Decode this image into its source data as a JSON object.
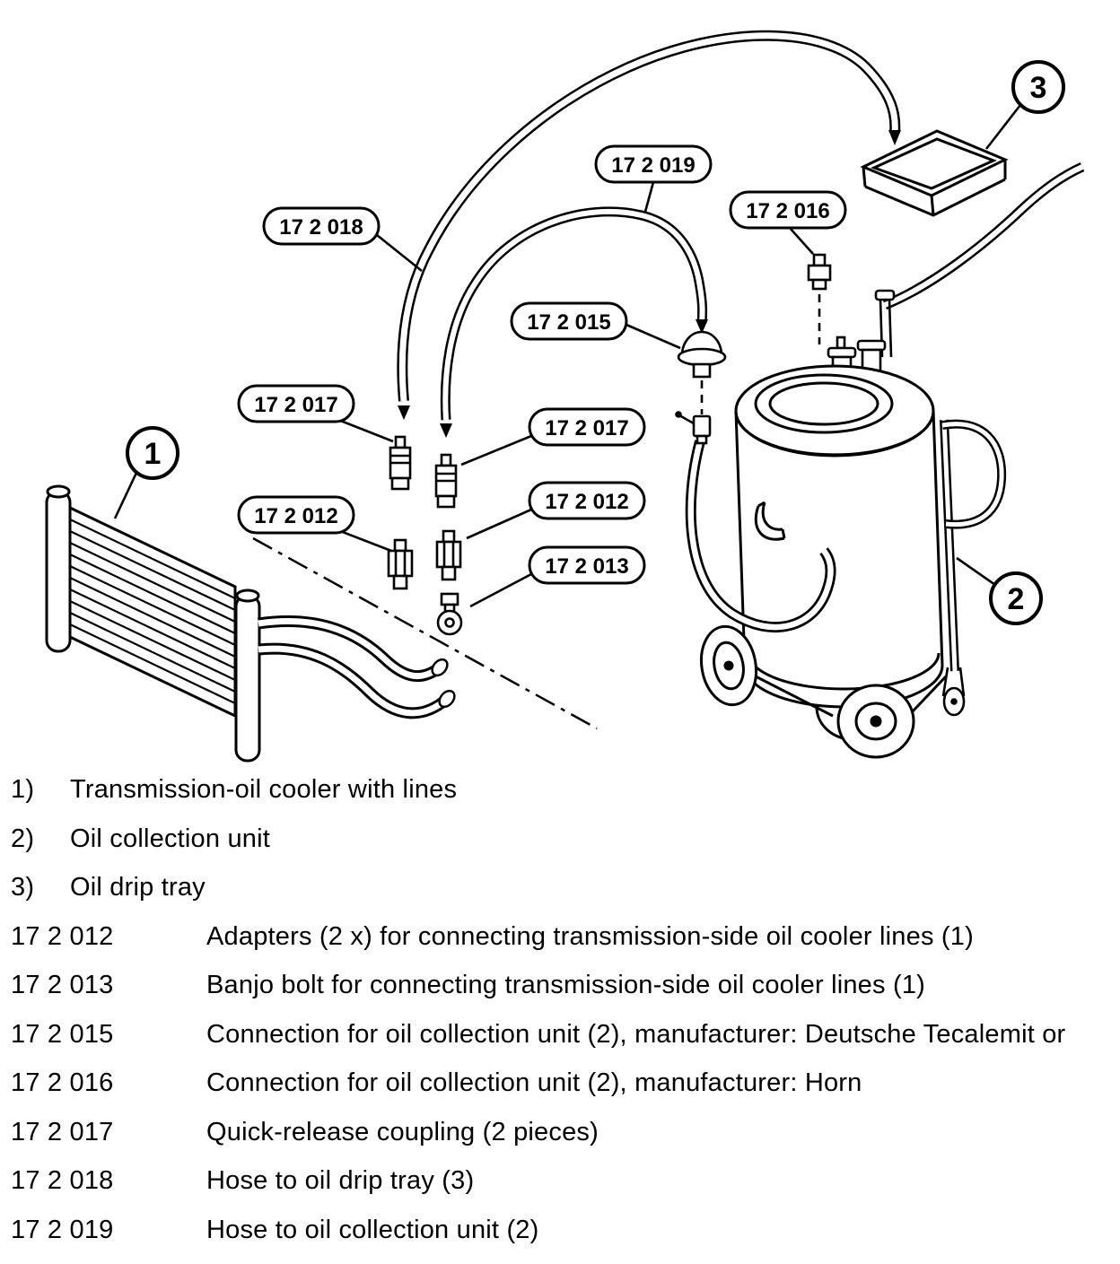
{
  "theme": {
    "ink": "#000000",
    "paper": "#ffffff"
  },
  "diagram": {
    "callouts": [
      {
        "label": "17 2 018"
      },
      {
        "label": "17 2 019"
      },
      {
        "label": "17 2 016"
      },
      {
        "label": "17 2 015"
      },
      {
        "label": "17 2 017"
      },
      {
        "label": "17 2 017"
      },
      {
        "label": "17 2 012"
      },
      {
        "label": "17 2 012"
      },
      {
        "label": "17 2 013"
      }
    ],
    "markers": [
      {
        "label": "1"
      },
      {
        "label": "2"
      },
      {
        "label": "3"
      }
    ]
  },
  "legend": {
    "numbered": [
      {
        "num": "1)",
        "text": "Transmission-oil cooler with lines"
      },
      {
        "num": "2)",
        "text": "Oil collection unit"
      },
      {
        "num": "3)",
        "text": "Oil drip tray"
      }
    ],
    "parts": [
      {
        "num": "17 2 012",
        "text": "Adapters (2 x) for connecting transmission-side oil cooler lines (1)"
      },
      {
        "num": "17 2 013",
        "text": "Banjo bolt for connecting transmission-side oil cooler lines (1)"
      },
      {
        "num": "17 2 015",
        "text": "Connection for oil collection unit (2), manufacturer: Deutsche Tecalemit or"
      },
      {
        "num": "17 2 016",
        "text": "Connection for oil collection unit (2), manufacturer: Horn"
      },
      {
        "num": "17 2 017",
        "text": "Quick-release coupling (2 pieces)"
      },
      {
        "num": "17 2 018",
        "text": "Hose to oil drip tray (3)"
      },
      {
        "num": "17 2 019",
        "text": "Hose to oil collection unit (2)"
      }
    ]
  }
}
